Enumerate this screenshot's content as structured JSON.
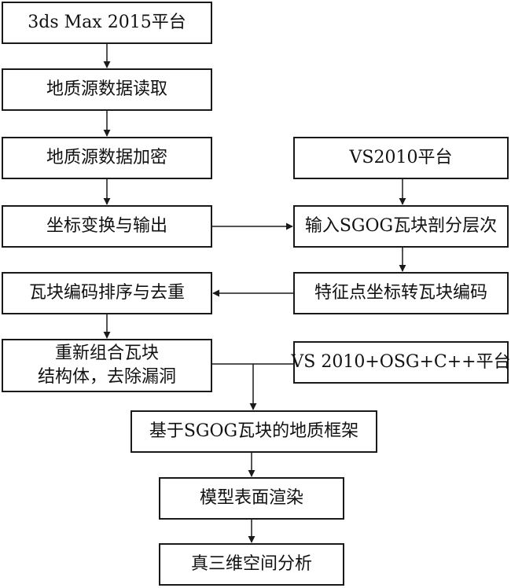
{
  "nodes": {
    "platform_3ds": {
      "text": "3ds Max 2015平台"
    },
    "read_geo": {
      "text": "地质源数据读取"
    },
    "densify_geo": {
      "text": "地质源数据加密"
    },
    "coord_transform": {
      "text": "坐标变换与输出"
    },
    "tile_sort": {
      "text": "瓦块编码排序与去重"
    },
    "recombine_line1": {
      "text": "重新组合瓦块"
    },
    "recombine_line2": {
      "text": "结构体，去除漏洞"
    },
    "platform_vs2010": {
      "text": "VS2010平台"
    },
    "input_sgog": {
      "text": "输入SGOG瓦块剖分层次"
    },
    "feature_to_code": {
      "text": "特征点坐标转瓦块编码"
    },
    "platform_vs_osg": {
      "text": "VS 2010+OSG+C++平台"
    },
    "sgog_framework": {
      "text": "基于SGOG瓦块的地质框架"
    },
    "surface_render": {
      "text": "模型表面渲染"
    },
    "spatial_analysis": {
      "text": "真三维空间分析"
    }
  }
}
